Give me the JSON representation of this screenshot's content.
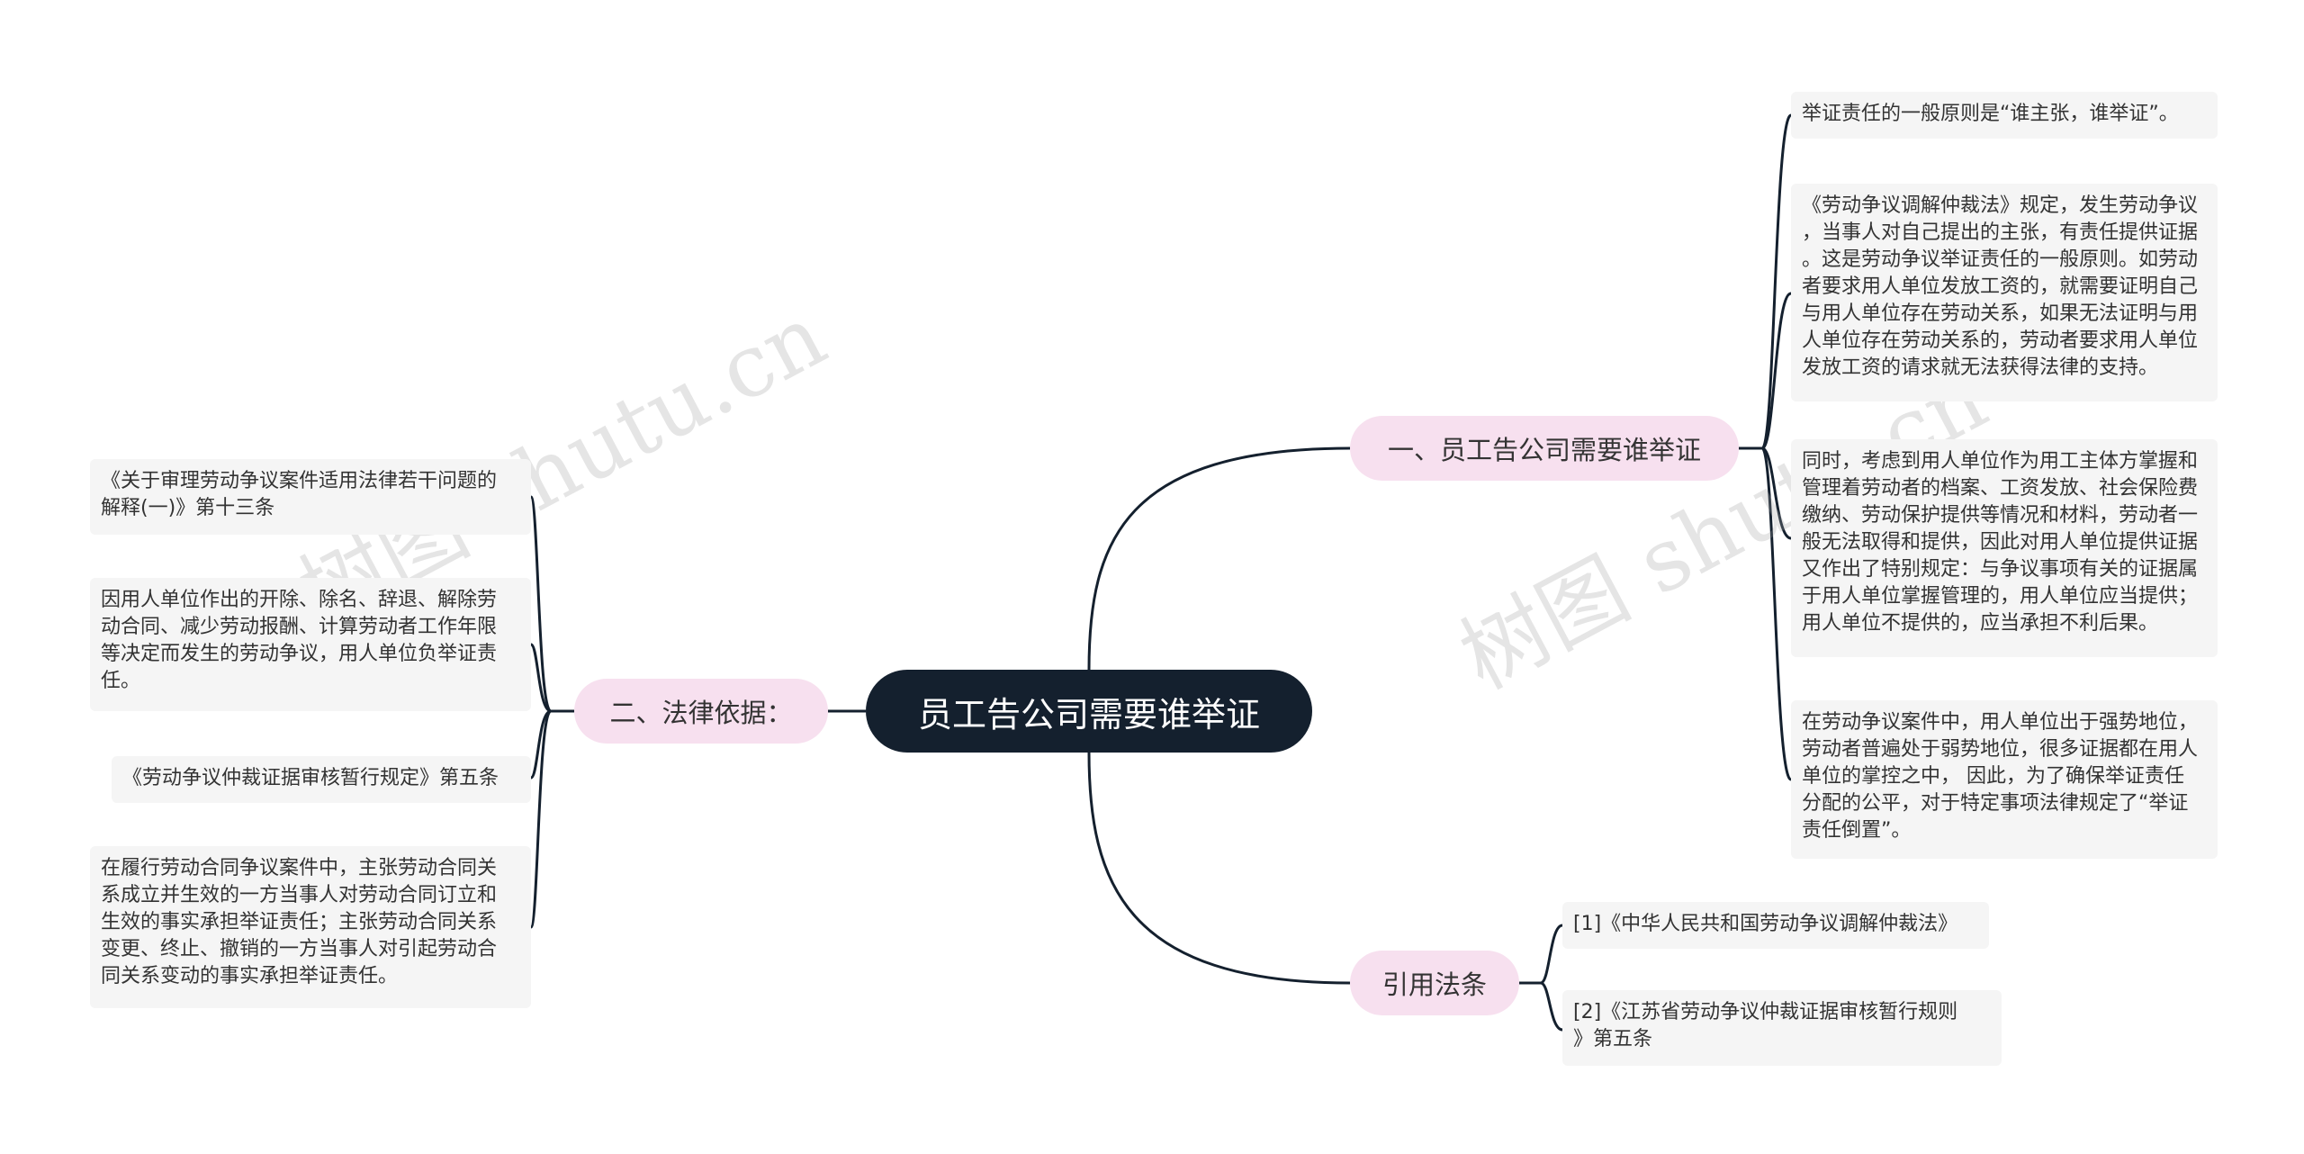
{
  "root": {
    "title": "员工告公司需要谁举证"
  },
  "branches": {
    "who_proves": {
      "label": "一、员工告公司需要谁举证",
      "items": [
        "举证责任的一般原则是“谁主张，谁举证”。",
        "《劳动争议调解仲裁法》规定，发生劳动争议\n，当事人对自己提出的主张，有责任提供证据\n。这是劳动争议举证责任的一般原则。如劳动\n者要求用人单位发放工资的，就需要证明自己\n与用人单位存在劳动关系，如果无法证明与用\n人单位存在劳动关系的，劳动者要求用人单位\n发放工资的请求就无法获得法律的支持。",
        "同时，考虑到用人单位作为用工主体方掌握和\n管理着劳动者的档案、工资发放、社会保险费\n缴纳、劳动保护提供等情况和材料，劳动者一\n般无法取得和提供，因此对用人单位提供证据\n又作出了特别规定：与争议事项有关的证据属\n于用人单位掌握管理的，用人单位应当提供；\n用人单位不提供的，应当承担不利后果。",
        "在劳动争议案件中，用人单位出于强势地位，\n劳动者普遍处于弱势地位，很多证据都在用人\n单位的掌控之中， 因此，为了确保举证责任\n分配的公平，对于特定事项法律规定了“举证\n责任倒置”。"
      ]
    },
    "legal_basis": {
      "label": "二、法律依据：",
      "items": [
        "《关于审理劳动争议案件适用法律若干问题的\n解释(一)》第十三条",
        "因用人单位作出的开除、除名、辞退、解除劳\n动合同、减少劳动报酬、计算劳动者工作年限\n等决定而发生的劳动争议，用人单位负举证责\n任。",
        "《劳动争议仲裁证据审核暂行规定》第五条",
        "在履行劳动合同争议案件中，主张劳动合同关\n系成立并生效的一方当事人对劳动合同订立和\n生效的事实承担举证责任；主张劳动合同关系\n变更、终止、撤销的一方当事人对引起劳动合\n同关系变动的事实承担举证责任。"
      ]
    },
    "citations": {
      "label": "引用法条",
      "items": [
        "[1]《中华人民共和国劳动争议调解仲裁法》",
        "[2]《江苏省劳动争议仲裁证据审核暂行规则\n》第五条"
      ]
    }
  },
  "watermarks": [
    "树图 shutu.cn",
    "树图 shutu.cn"
  ],
  "colors": {
    "root_bg": "#14202e",
    "branch_bg": "#f7e0ef",
    "leaf_bg": "#f5f5f5",
    "line": "#14202e"
  }
}
